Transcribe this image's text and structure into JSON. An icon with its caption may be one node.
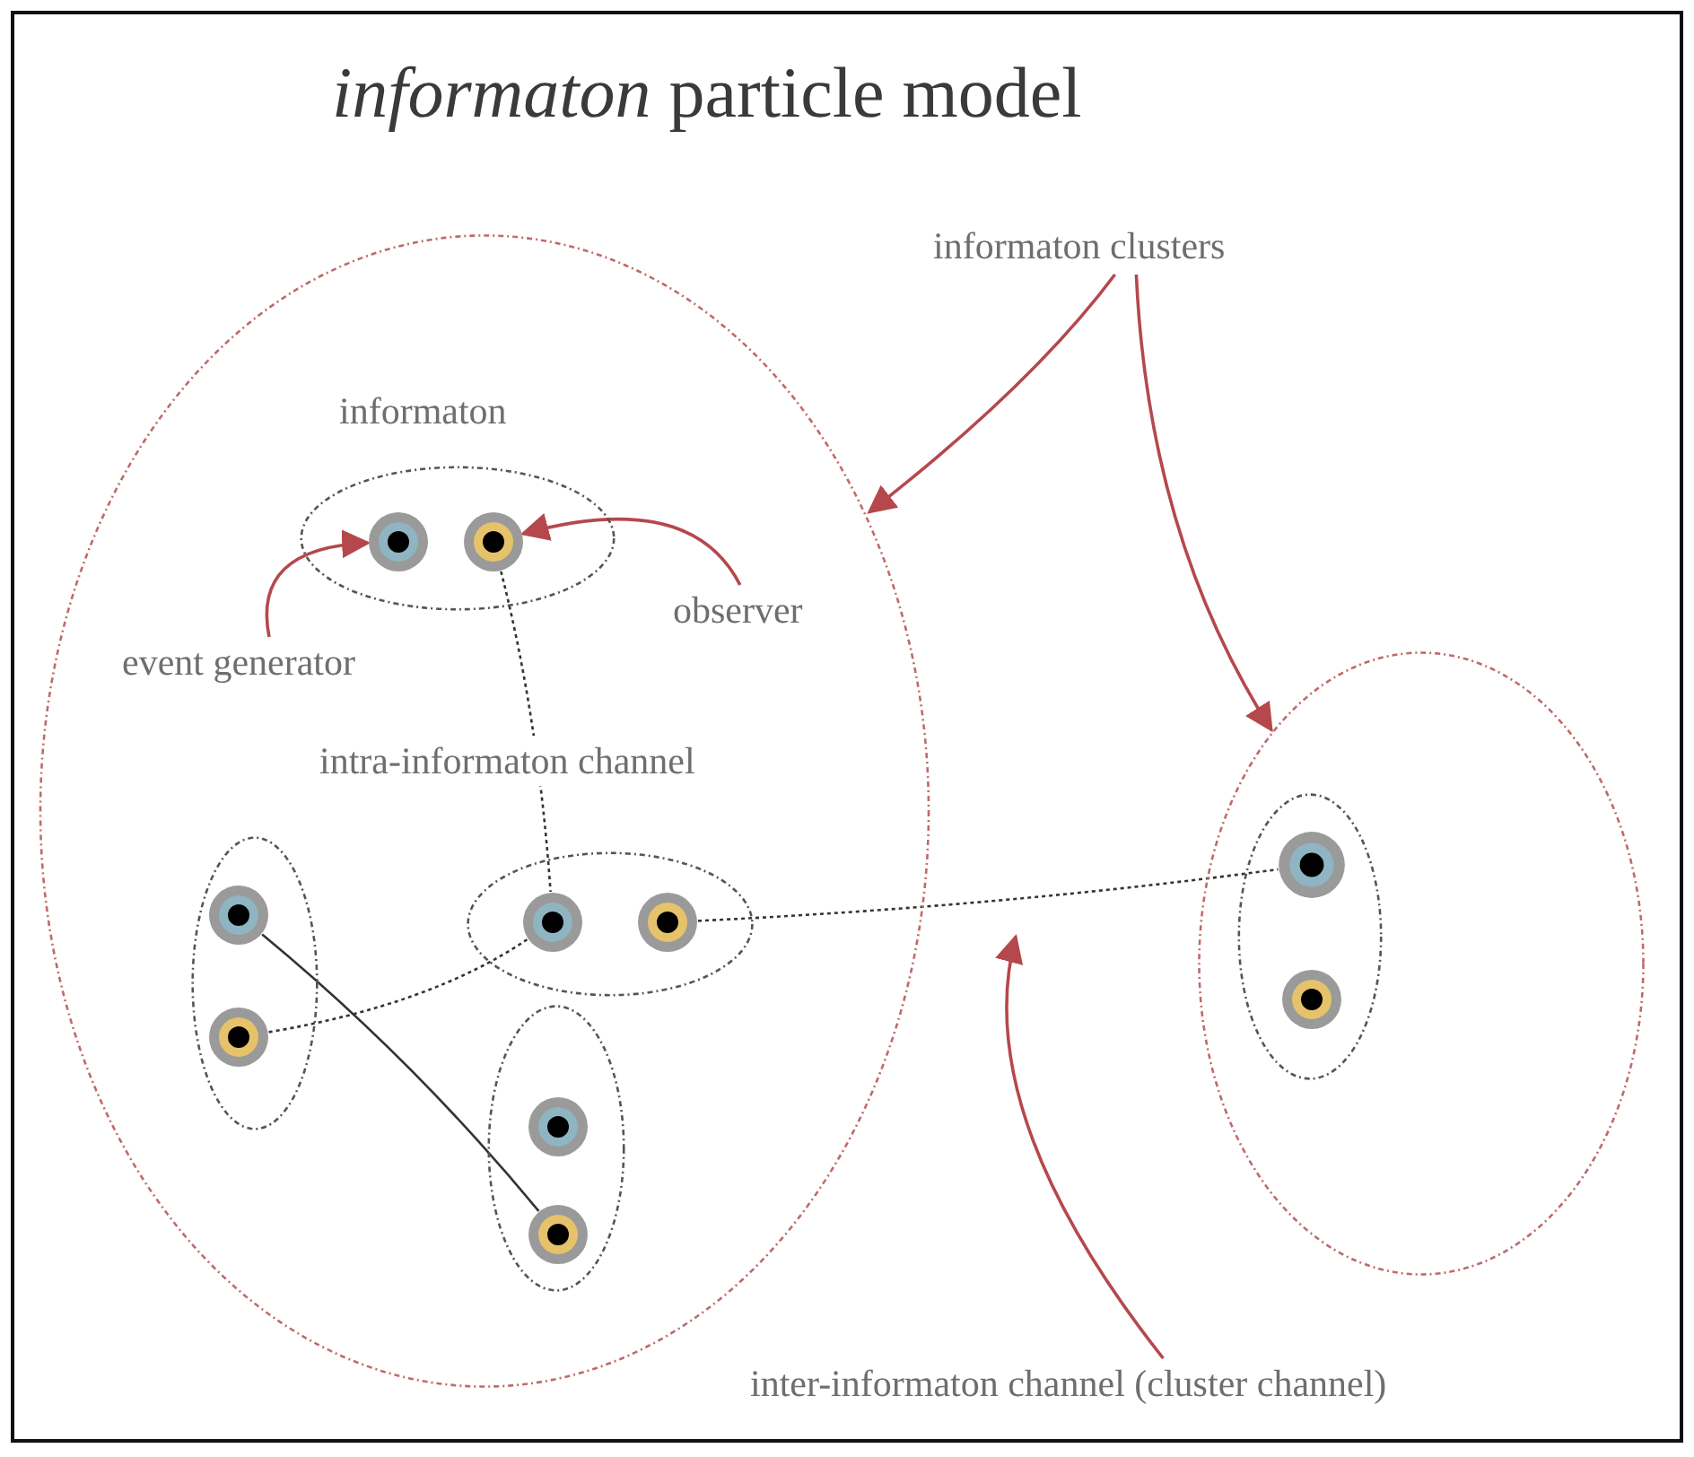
{
  "diagram": {
    "title": "*informaton* particle model",
    "nodes": [
      {
        "text": [],
        "shape": "ellipse"
      },
      {
        "text": [
          "informaton"
        ],
        "in": 0
      },
      {
        "text": [],
        "shape": "circle",
        "in": 1
      },
      {
        "text": [],
        "shape": "circle",
        "in": 1
      },
      {
        "text": [],
        "shape": "ellipse",
        "in": 0
      },
      {
        "text": [],
        "shape": "circle",
        "in": 4
      },
      {
        "text": [],
        "shape": "circle",
        "in": 4
      },
      {
        "text": [],
        "shape": "ellipse",
        "in": 0
      },
      {
        "text": [],
        "shape": "circle",
        "in": 7
      },
      {
        "text": [],
        "shape": "circle",
        "in": 7
      },
      {
        "text": [],
        "shape": "ellipse",
        "in": 0
      },
      {
        "text": [],
        "shape": "circle",
        "in": 10
      },
      {
        "text": [],
        "shape": "circle",
        "in": 10
      },
      {
        "text": [],
        "shape": "ellipse"
      },
      {
        "text": [],
        "shape": "ellipse",
        "in": 13
      },
      {
        "text": [],
        "shape": "circle",
        "in": 14
      },
      {
        "text": [],
        "shape": "circle",
        "in": 14
      },
      {
        "text": [
          "informaton clusters"
        ]
      },
      {
        "text": [
          "event generator"
        ],
        "in": 0
      },
      {
        "text": [
          "observer"
        ],
        "in": 0
      },
      {
        "text": [
          "inter-informaton channel (cluster channel)"
        ]
      }
    ],
    "edges": [
      {
        "from": 17,
        "to": 0,
        "arrow": "to"
      },
      {
        "from": 17,
        "to": 13,
        "arrow": "to"
      },
      {
        "from": 18,
        "to": 2,
        "arrow": "to"
      },
      {
        "from": 19,
        "to": 3,
        "arrow": "to"
      },
      {
        "from": 3,
        "to": 8,
        "arrow": "none",
        "style": "dashed",
        "color": "#333333"
      },
      {
        "from": 9,
        "to": 15,
        "arrow": "none",
        "style": "dashed",
        "color": "#333333"
      },
      {
        "from": 6,
        "to": 8,
        "arrow": "none",
        "style": "dashed",
        "color": "#333333"
      },
      {
        "from": 5,
        "to": 12,
        "arrow": "none",
        "color": "#333333"
      },
      {
        "from": 20,
        "to": null,
        "arrow": "to"
      }
    ],
    "labels": [
      "intra-informaton channel"
    ]
  }
}
